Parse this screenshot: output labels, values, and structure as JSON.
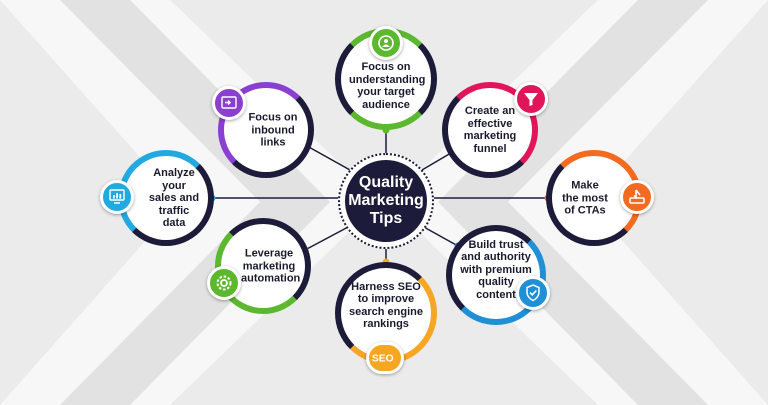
{
  "center": {
    "title": "Quality Marketing Tips"
  },
  "colors": {
    "hub": "#1c1c3a",
    "green": "#5cb82e",
    "magenta": "#e0155a",
    "orange": "#f26b21",
    "blue": "#1f8fd6",
    "purple": "#8a3fd1",
    "cyan": "#22a9e0",
    "yellow": "#f5a623"
  },
  "tips": [
    {
      "id": "audience",
      "text": "Focus on understanding your target audience",
      "color": "green",
      "icon": "target-audience-icon"
    },
    {
      "id": "funnel",
      "text": "Create an effective marketing funnel",
      "color": "magenta",
      "icon": "funnel-icon"
    },
    {
      "id": "ctas",
      "text": "Make the most of CTAs",
      "color": "orange",
      "icon": "cta-click-icon"
    },
    {
      "id": "trust",
      "text": "Build trust and authority with premium quality content",
      "color": "blue",
      "icon": "handshake-shield-icon"
    },
    {
      "id": "seo",
      "text": "Harness SEO to improve search engine rankings",
      "color": "yellow",
      "icon": "seo-icon"
    },
    {
      "id": "automation",
      "text": "Leverage marketing automation",
      "color": "green",
      "icon": "automation-gear-icon"
    },
    {
      "id": "analyze",
      "text": "Analyze your sales and traffic data",
      "color": "cyan",
      "icon": "analytics-chart-icon"
    },
    {
      "id": "links",
      "text": "Focus on inbound links",
      "color": "purple",
      "icon": "inbound-link-icon"
    }
  ]
}
